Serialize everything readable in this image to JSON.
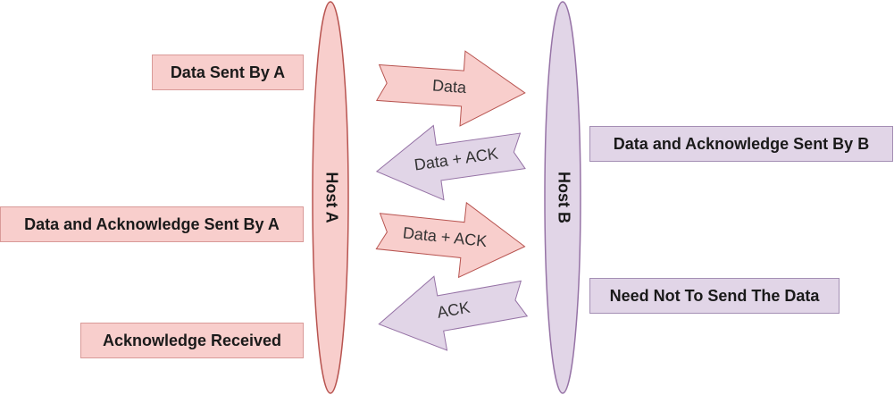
{
  "hosts": {
    "a": {
      "label": "Host A"
    },
    "b": {
      "label": "Host B"
    }
  },
  "labels_a": {
    "data_sent": "Data Sent By A",
    "data_ack_sent": "Data and Acknowledge Sent By A",
    "ack_received": "Acknowledge Received"
  },
  "labels_b": {
    "data_ack_sent": "Data and Acknowledge Sent By B",
    "need_not_send": "Need Not To Send The Data"
  },
  "arrows": {
    "data": "Data",
    "data_ack_b_to_a": "Data + ACK",
    "data_ack_a_to_b": "Data + ACK",
    "ack": "ACK"
  },
  "colors": {
    "host_a_fill": "#f8cecc",
    "host_a_stroke": "#b85450",
    "host_b_fill": "#e1d5e7",
    "host_b_stroke": "#9673a6"
  }
}
